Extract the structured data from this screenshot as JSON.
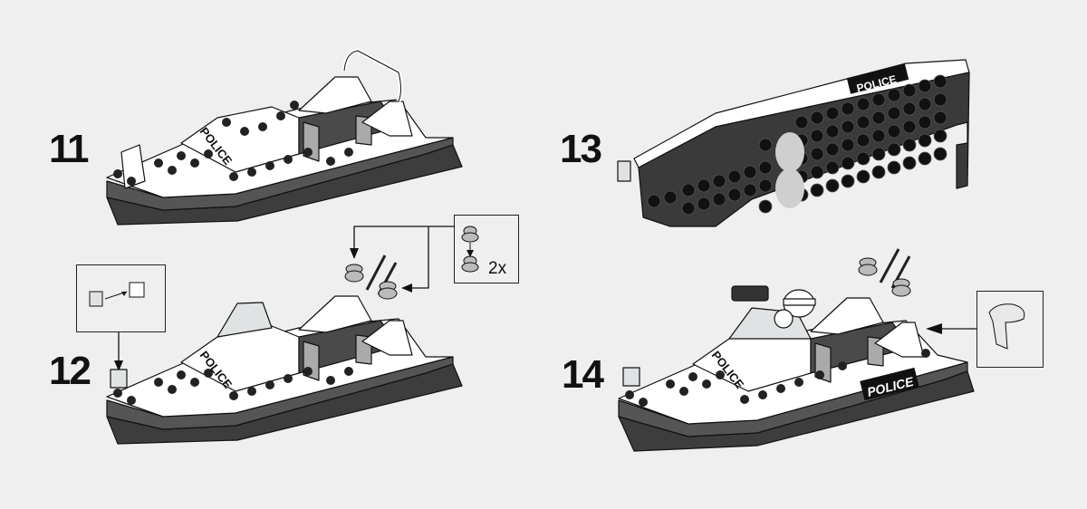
{
  "page": {
    "background": "#eeefee",
    "type": "building-instructions"
  },
  "steps": [
    {
      "number": "11",
      "label": "POLICE",
      "parts": []
    },
    {
      "number": "12",
      "label": "POLICE",
      "callouts": [
        {
          "part": "transparent-tile-to-clip",
          "count": ""
        },
        {
          "part": "round-plate-stack",
          "count": "2x"
        }
      ]
    },
    {
      "number": "13",
      "label": "POLICE",
      "view": "underside"
    },
    {
      "number": "14",
      "label": "POLICE",
      "hull_sticker": "POLICE",
      "callouts": [
        {
          "part": "hose-clip",
          "count": ""
        }
      ]
    }
  ],
  "colors": {
    "hull_dark": "#3d3d3d",
    "hull_mid": "#555555",
    "deck_white": "#ffffff",
    "outline": "#111111",
    "windscreen": "#d8dcdc",
    "sticker_dark": "#111111"
  }
}
